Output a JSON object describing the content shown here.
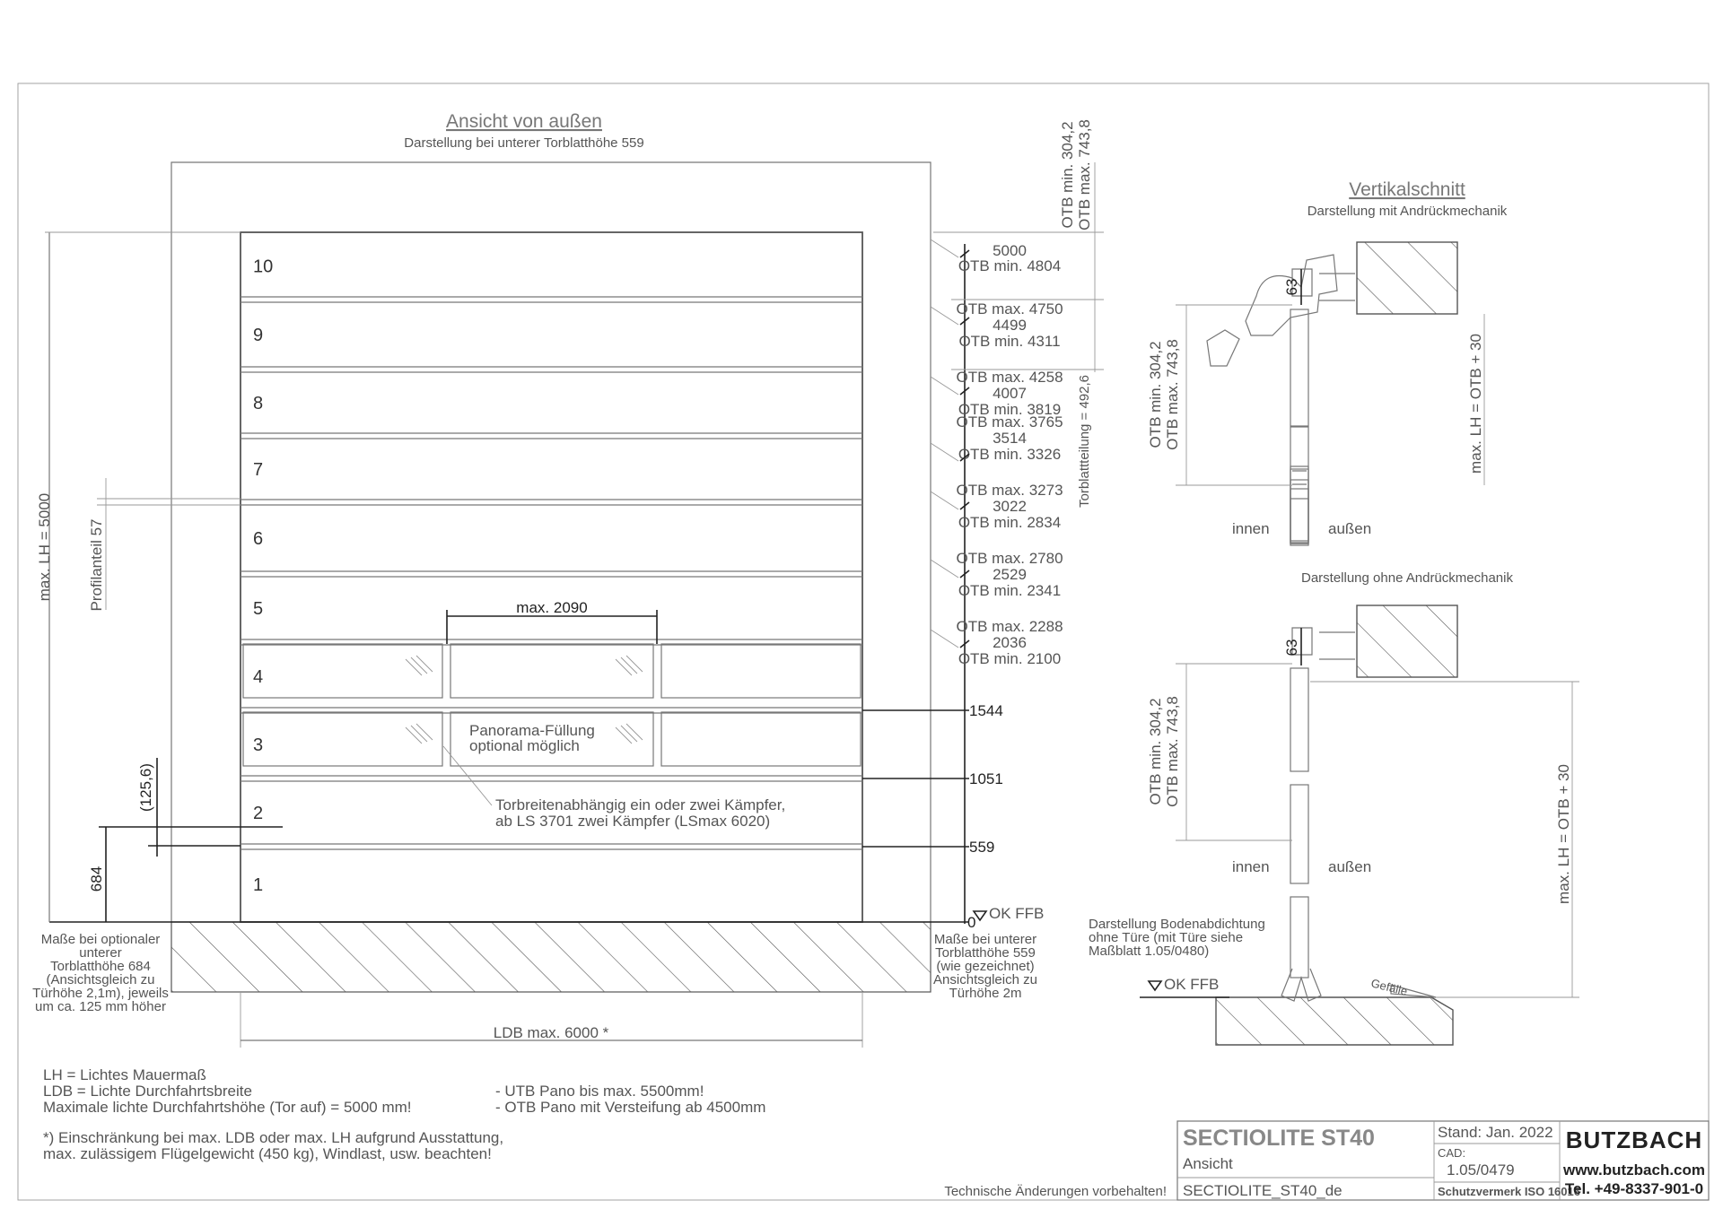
{
  "views": {
    "outside_title": "Ansicht von außen",
    "outside_subtitle": "Darstellung bei unterer Torblatthöhe 559",
    "section_title": "Vertikalschnitt",
    "section_subtitle_1": "Darstellung mit Andrückmechanik",
    "section_subtitle_2": "Darstellung ohne Andrückmechanik"
  },
  "panels": [
    "1",
    "2",
    "3",
    "4",
    "5",
    "6",
    "7",
    "8",
    "9",
    "10"
  ],
  "right_heights": [
    {
      "max": "",
      "nom": "5000",
      "min": "OTB min. 4804"
    },
    {
      "max": "OTB max. 4750",
      "nom": "4499",
      "min": "OTB min. 4311"
    },
    {
      "max": "OTB max. 4258",
      "nom": "4007",
      "min": "OTB min. 3819"
    },
    {
      "max": "OTB max.  3765",
      "nom": "3514",
      "min": "OTB min. 3326"
    },
    {
      "max": "OTB max. 3273",
      "nom": "3022",
      "min": "OTB min. 2834"
    },
    {
      "max": "OTB max. 2780",
      "nom": "2529",
      "min": "OTB min. 2341"
    },
    {
      "max": "OTB max. 2288",
      "nom": "2036",
      "min": "OTB min. 2100"
    }
  ],
  "bottom_heights": [
    "1544",
    "1051",
    "559",
    "0"
  ],
  "labels": {
    "ok_ffb": "OK  FFB",
    "otb_top_min": "OTB min. 304,2",
    "otb_top_max": "OTB max. 743,8",
    "torblattteilung": "Torblattteilung = 492,6",
    "max_lh": "max. LH = 5000",
    "profilanteil": "Profilanteil 57",
    "dim_125": "(125,6)",
    "dim_684": "684",
    "max_2090": "max. 2090",
    "panorama_1": "Panorama-Füllung",
    "panorama_2": "optional möglich",
    "kaempfer_1": "Torbreitenabhängig ein oder zwei Kämpfer,",
    "kaempfer_2": "ab LS 3701 zwei Kämpfer  (LSmax 6020)",
    "ldb": "LDB max. 6000 *",
    "left_note": [
      "Maße bei optionaler",
      "unterer",
      "Torblatthöhe 684",
      "(Ansichtsgleich zu",
      "Türhöhe 2,1m), jeweils",
      "um ca. 125 mm höher"
    ],
    "right_note": [
      "Maße bei unterer",
      "Torblatthöhe 559",
      "(wie gezeichnet)",
      "Ansichtsgleich zu",
      "Türhöhe 2m"
    ],
    "sec_63": "63",
    "sec_otb_min": "OTB min. 304,2",
    "sec_otb_max": "OTB max. 743,8",
    "sec_maxlh": "max. LH = OTB + 30",
    "innen": "innen",
    "aussen": "außen",
    "boden_note": [
      "Darstellung Bodenabdichtung",
      "ohne Türe (mit Türe siehe",
      "Maßblatt 1.05/0480)"
    ],
    "gefaelle": "Gefälle",
    "ok_ffb_2": "OK  FFB"
  },
  "legend": {
    "lines": [
      "LH   = Lichtes Mauermaß",
      "LDB = Lichte Durchfahrtsbreite",
      "Maximale lichte Durchfahrtshöhe (Tor auf) = 5000 mm!"
    ],
    "notes": [
      "- UTB Pano bis max. 5500mm!",
      "- OTB Pano mit Versteifung ab 4500mm"
    ],
    "footnote": [
      "*) Einschränkung bei max. LDB oder max. LH aufgrund  Ausstattung,",
      "max. zulässigem Flügelgewicht (450 kg), Windlast, usw. beachten!"
    ]
  },
  "title_block": {
    "product": "SECTIOLITE ST40",
    "view": "Ansicht",
    "file": "SECTIOLITE_ST40_de",
    "stand": "Stand: Jan. 2022",
    "cad_label": "CAD:",
    "cad_number": "1.05/0479",
    "protection": "Schutzvermerk ISO 16016",
    "brand": "BUTZBACH",
    "web": "www.butzbach.com",
    "tel": "Tel. +49-8337-901-0",
    "disclaimer": "Technische Änderungen vorbehalten!"
  }
}
